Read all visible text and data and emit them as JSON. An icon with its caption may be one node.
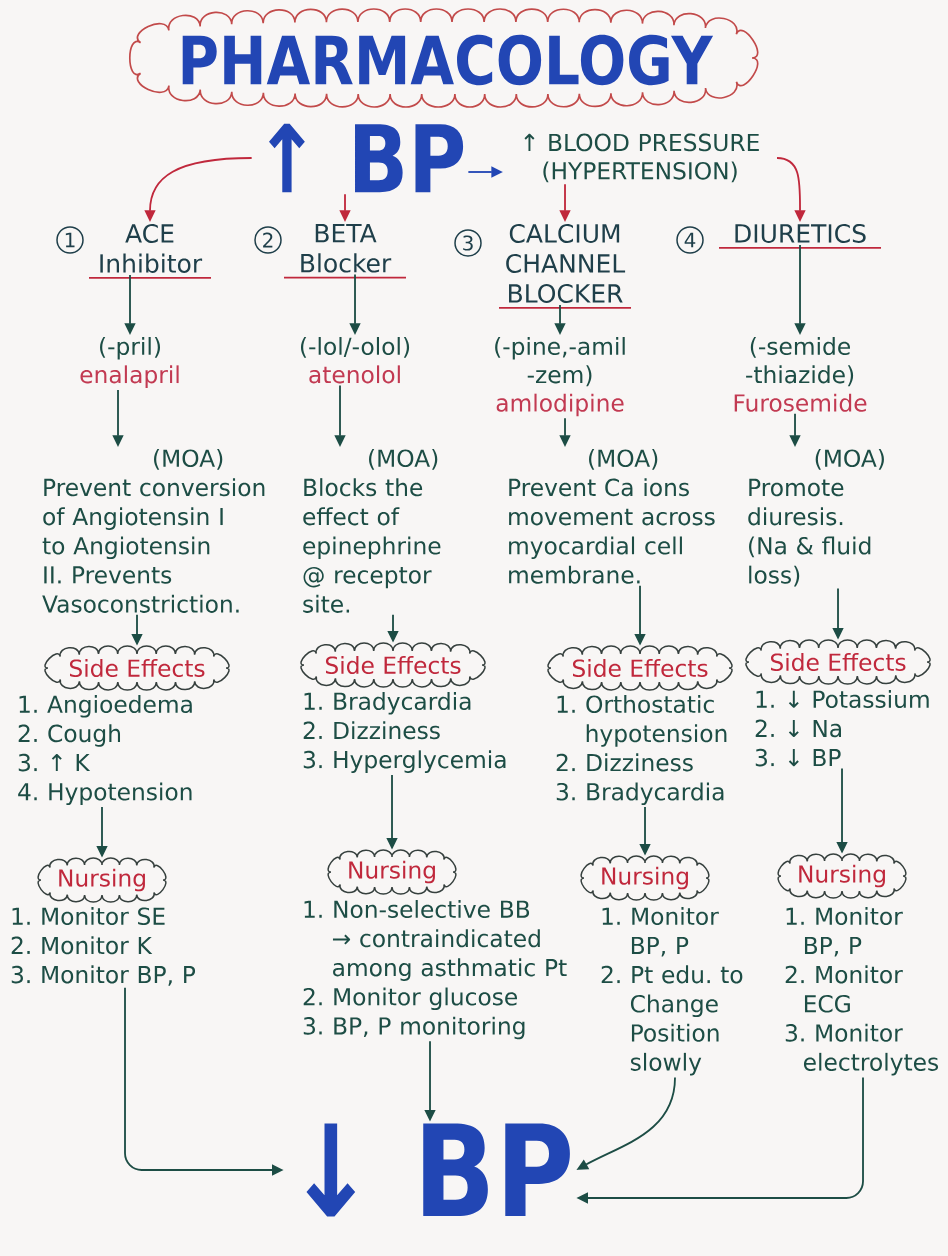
{
  "diagram": {
    "title": "PHARMACOLOGY",
    "nodes": [
      {
        "text": [
          "↑ BP"
        ]
      },
      {
        "text": [
          "↑ BLOOD PRESSURE (HYPERTENSION)"
        ]
      },
      {
        "text": [
          "ACE Inhibitor"
        ],
        "beside": [
          "1"
        ]
      },
      {
        "text": [
          "BETA Blocker"
        ],
        "beside": [
          "2"
        ]
      },
      {
        "text": [
          "CALCIUM CHANNEL BLOCKER"
        ],
        "beside": [
          "3"
        ]
      },
      {
        "text": [
          "DIURETICS"
        ],
        "beside": [
          "4"
        ]
      },
      {
        "text": [
          "(-pril)",
          "enalapril"
        ]
      },
      {
        "text": [
          "(-lol/-olol)",
          "atenolol"
        ]
      },
      {
        "text": [
          "(-pine,-amil -zem)",
          "amlodipine"
        ]
      },
      {
        "text": [
          "(-semide -thiazide)",
          "Furosemide"
        ]
      },
      {
        "text": [
          "(MOA)",
          "Prevent conversion of Angiotensin I to Angiotensin II. Prevents Vasoconstriction."
        ]
      },
      {
        "text": [
          "(MOA)",
          "Blocks the effect of epinephrine @ receptor site."
        ]
      },
      {
        "text": [
          "(MOA)",
          "Prevent Ca ions movement across myocardial cell membrane."
        ]
      },
      {
        "text": [
          "(MOA)",
          "Promote diuresis. (Na & fluid loss)"
        ]
      },
      {
        "text": [
          "Side Effects"
        ]
      },
      {
        "text": [
          "Side Effects"
        ]
      },
      {
        "text": [
          "Side Effects"
        ]
      },
      {
        "text": [
          "Side Effects"
        ]
      },
      {
        "text": [
          "1. Angioedema",
          "2. Cough",
          "3. ↑ K",
          "4. Hypotension"
        ]
      },
      {
        "text": [
          "1. Bradycardia",
          "2. Dizziness",
          "3. Hyperglycemia"
        ]
      },
      {
        "text": [
          "1. Orthostatic hypotension",
          "2. Dizziness",
          "3. Bradycardia"
        ]
      },
      {
        "text": [
          "1. ↓ Potassium",
          "2. ↓ Na",
          "3. ↓ BP"
        ]
      },
      {
        "text": [
          "Nursing"
        ]
      },
      {
        "text": [
          "Nursing"
        ]
      },
      {
        "text": [
          "Nursing"
        ]
      },
      {
        "text": [
          "Nursing"
        ]
      },
      {
        "text": [
          "1. Monitor SE",
          "2. Monitor K",
          "3. Monitor BP, P"
        ]
      },
      {
        "text": [
          "1. Non-selective BB → contraindicated among asthmatic Pt",
          "2. Monitor glucose",
          "3. BP, P monitoring"
        ]
      },
      {
        "text": [
          "1. Monitor BP, P",
          "2. Pt edu. to Change Position slowly"
        ]
      },
      {
        "text": [
          "1. Monitor BP, P",
          "2. Monitor ECG",
          "3. Monitor electrolytes"
        ]
      },
      {
        "text": [
          "↓ BP"
        ]
      }
    ],
    "edges": [
      {
        "from": 0,
        "to": 1,
        "arrow": "to",
        "color": "#2246b4"
      },
      {
        "from": 0,
        "to": 2,
        "arrow": "to",
        "color": "#c0283c"
      },
      {
        "from": 0,
        "to": 3,
        "arrow": "to",
        "color": "#c0283c"
      },
      {
        "from": 1,
        "to": 4,
        "arrow": "to",
        "color": "#c0283c"
      },
      {
        "from": 1,
        "to": 5,
        "arrow": "to",
        "color": "#c0283c"
      },
      {
        "from": 2,
        "to": 6,
        "arrow": "to"
      },
      {
        "from": 3,
        "to": 7,
        "arrow": "to"
      },
      {
        "from": 4,
        "to": 8,
        "arrow": "to"
      },
      {
        "from": 5,
        "to": 9,
        "arrow": "to"
      },
      {
        "from": 6,
        "to": 10,
        "arrow": "to"
      },
      {
        "from": 7,
        "to": 11,
        "arrow": "to"
      },
      {
        "from": 8,
        "to": 12,
        "arrow": "to"
      },
      {
        "from": 9,
        "to": 13,
        "arrow": "to"
      },
      {
        "from": 10,
        "to": 14,
        "arrow": "to"
      },
      {
        "from": 11,
        "to": 15,
        "arrow": "to"
      },
      {
        "from": 12,
        "to": 16,
        "arrow": "to"
      },
      {
        "from": 13,
        "to": 17,
        "arrow": "to"
      },
      {
        "from": 18,
        "to": 22,
        "arrow": "to"
      },
      {
        "from": 19,
        "to": 23,
        "arrow": "to"
      },
      {
        "from": 20,
        "to": 24,
        "arrow": "to"
      },
      {
        "from": 21,
        "to": 25,
        "arrow": "to"
      },
      {
        "from": 26,
        "to": 30,
        "arrow": "to"
      },
      {
        "from": 27,
        "to": 30,
        "arrow": "to"
      },
      {
        "from": 28,
        "to": 30,
        "arrow": "to"
      },
      {
        "from": 29,
        "to": 30,
        "arrow": "to"
      }
    ]
  }
}
